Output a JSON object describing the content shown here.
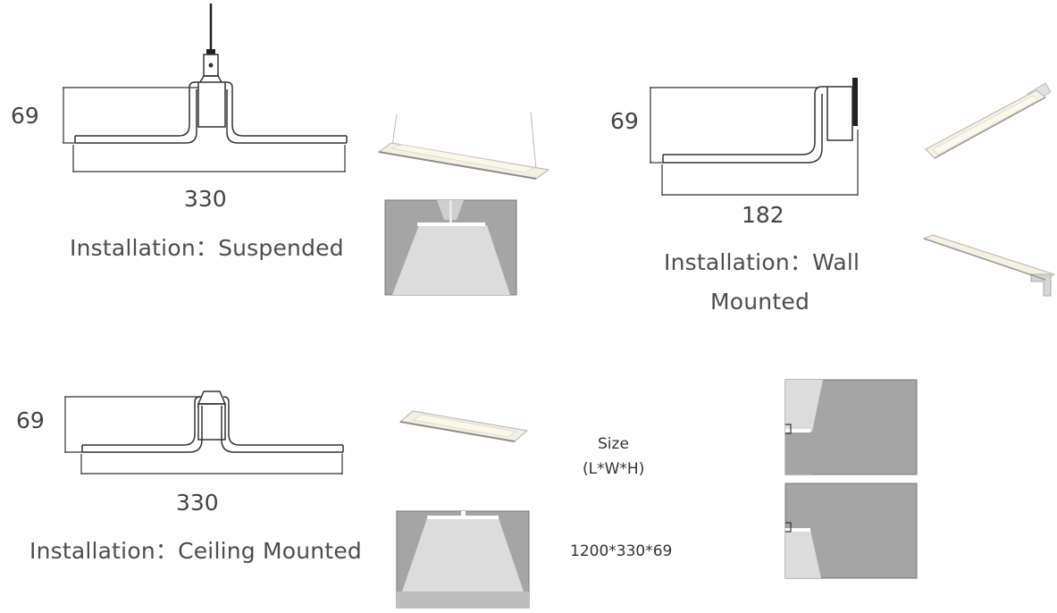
{
  "suspended": {
    "height_label": "69",
    "width_label": "330",
    "install_label": "Installation：Suspended"
  },
  "wall": {
    "height_label": "69",
    "width_label": "182",
    "install_label_line1": "Installation：Wall",
    "install_label_line2": "Mounted"
  },
  "ceiling": {
    "height_label": "69",
    "width_label": "330",
    "install_label": "Installation：Ceiling Mounted"
  },
  "size": {
    "title": "Size",
    "units": "(L*W*H)",
    "value": "1200*330*69"
  }
}
